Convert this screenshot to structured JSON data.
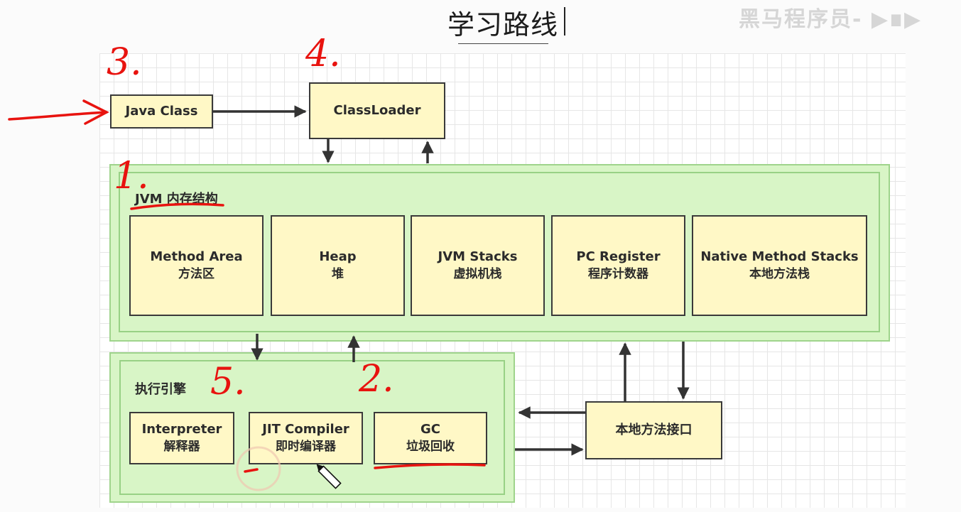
{
  "title": "学习路线",
  "watermark": "黑马程序员- ▶∎▶",
  "java_class": "Java Class",
  "classloader": "ClassLoader",
  "jvm_memory_label": "JVM 内存结构",
  "memory_areas": [
    {
      "en": "Method Area",
      "cn": "方法区"
    },
    {
      "en": "Heap",
      "cn": "堆"
    },
    {
      "en": "JVM Stacks",
      "cn": "虚拟机栈"
    },
    {
      "en": "PC Register",
      "cn": "程序计数器"
    },
    {
      "en": "Native Method Stacks",
      "cn": "本地方法栈"
    }
  ],
  "exec_engine_label": "执行引擎",
  "engine_parts": [
    {
      "en": "Interpreter",
      "cn": "解释器"
    },
    {
      "en": "JIT Compiler",
      "cn": "即时编译器"
    },
    {
      "en": "GC",
      "cn": "垃圾回收"
    }
  ],
  "native_interface": "本地方法接口",
  "annotations": {
    "n1": "1.",
    "n2": "2.",
    "n3": "3.",
    "n4": "4.",
    "n5": "5."
  },
  "colors": {
    "annotation": "#e8130f",
    "box_fill": "#fff8c6",
    "panel_fill": "#d8f5c6"
  }
}
